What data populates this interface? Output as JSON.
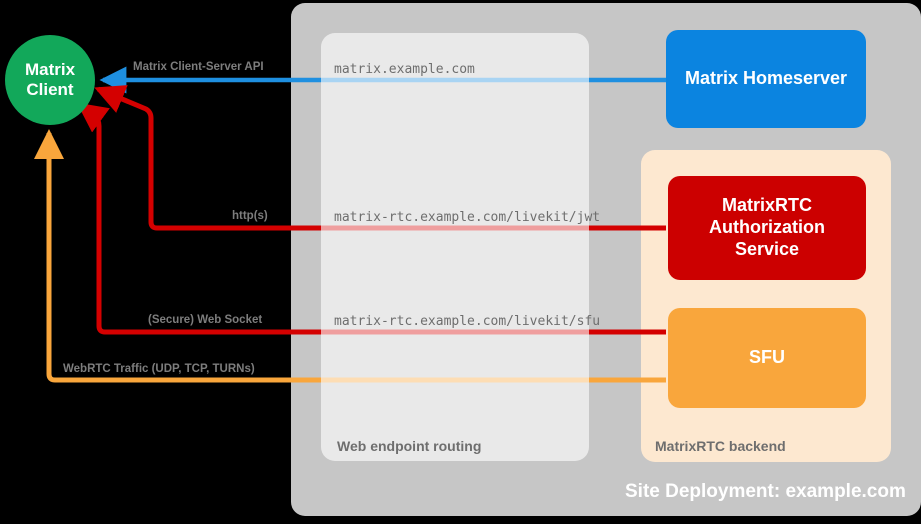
{
  "diagram": {
    "type": "deployment-architecture",
    "title": "Site Deployment: example.com",
    "background": "#000000"
  },
  "client": {
    "label": "Matrix\nClient",
    "line1": "Matrix",
    "line2": "Client",
    "color": "#12a85a",
    "shape": "circle"
  },
  "panels": {
    "site": {
      "label": "Site Deployment: example.com",
      "color": "#c6c6c6"
    },
    "web_routing": {
      "label": "Web endpoint routing",
      "color": "#ffffff"
    },
    "rtc_backend": {
      "label": "MatrixRTC backend",
      "color": "#fde8d0"
    }
  },
  "nodes": [
    {
      "id": "homeserver",
      "label": "Matrix Homeserver",
      "color": "#0b84e0"
    },
    {
      "id": "auth",
      "label": "MatrixRTC\nAuthorization\nService",
      "line1": "MatrixRTC",
      "line2": "Authorization",
      "line3": "Service",
      "color": "#cc0000"
    },
    {
      "id": "sfu",
      "label": "SFU",
      "color": "#f9a63c"
    }
  ],
  "endpoints": [
    {
      "id": "matrix-url",
      "text": "matrix.example.com"
    },
    {
      "id": "jwt-url",
      "text": "matrix-rtc.example.com/livekit/jwt"
    },
    {
      "id": "sfu-url",
      "text": "matrix-rtc.example.com/livekit/sfu"
    }
  ],
  "connections": [
    {
      "id": "cs-api",
      "label": "Matrix Client-Server API",
      "color": "#1e8fe0"
    },
    {
      "id": "https",
      "label": "http(s)",
      "color": "#d40000"
    },
    {
      "id": "websocket",
      "label": "(Secure) Web Socket",
      "color": "#d40000"
    },
    {
      "id": "webrtc",
      "label": "WebRTC Traffic (UDP, TCP, TURNs)",
      "color": "#f9a63c"
    }
  ]
}
